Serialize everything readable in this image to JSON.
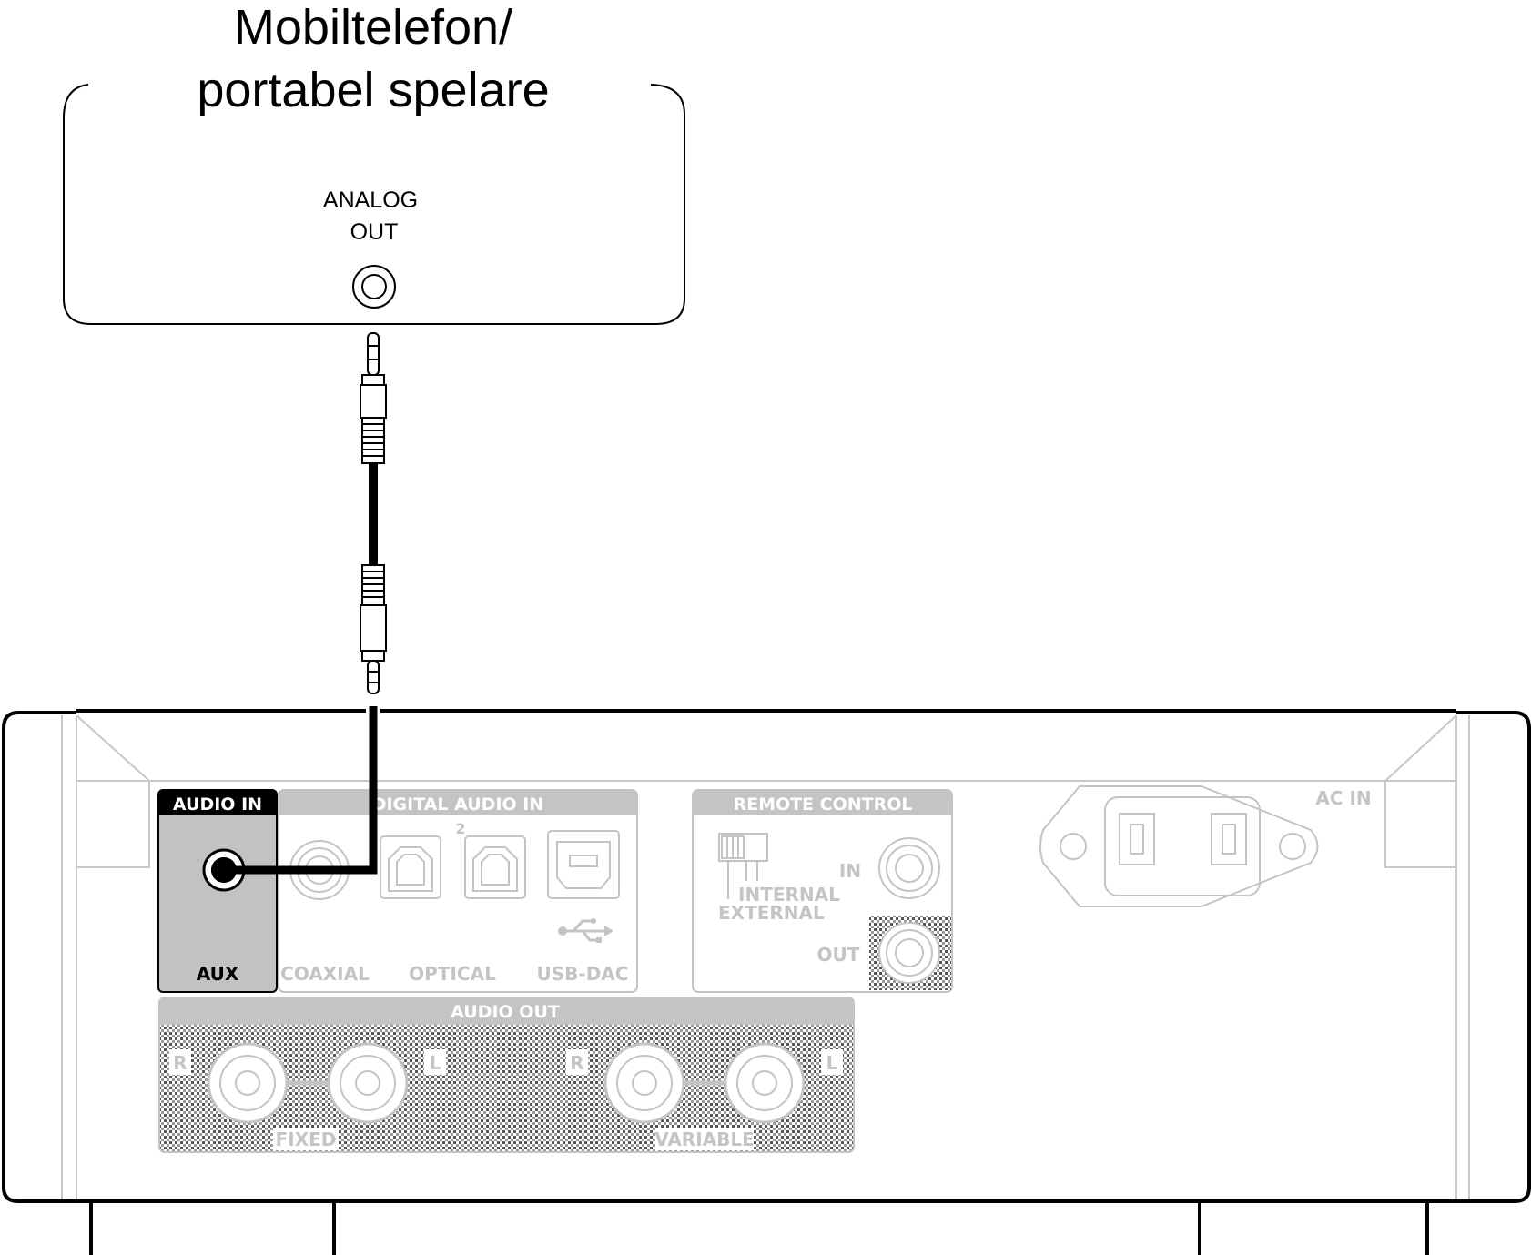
{
  "device": {
    "title_line1": "Mobiltelefon/",
    "title_line2": "portabel spelare",
    "port_label_line1": "ANALOG",
    "port_label_line2": "OUT"
  },
  "panel": {
    "audio_in": {
      "header": "AUDIO IN",
      "port": "AUX"
    },
    "digital_audio_in": {
      "header": "DIGITAL AUDIO IN",
      "optical_index": "2",
      "ports": [
        "COAXIAL",
        "OPTICAL",
        "USB-DAC"
      ]
    },
    "remote_control": {
      "header": "REMOTE CONTROL",
      "switch_internal": "INTERNAL",
      "switch_external": "EXTERNAL",
      "in_label": "IN",
      "out_label": "OUT"
    },
    "ac_in": "AC IN",
    "audio_out": {
      "header": "AUDIO OUT",
      "right": "R",
      "left": "L",
      "fixed": "FIXED",
      "variable": "VARIABLE"
    }
  },
  "colors": {
    "line": "#000000",
    "panel_grey": "#c4c4c4",
    "aux_fill": "#c2c2c2",
    "background": "#ffffff"
  }
}
